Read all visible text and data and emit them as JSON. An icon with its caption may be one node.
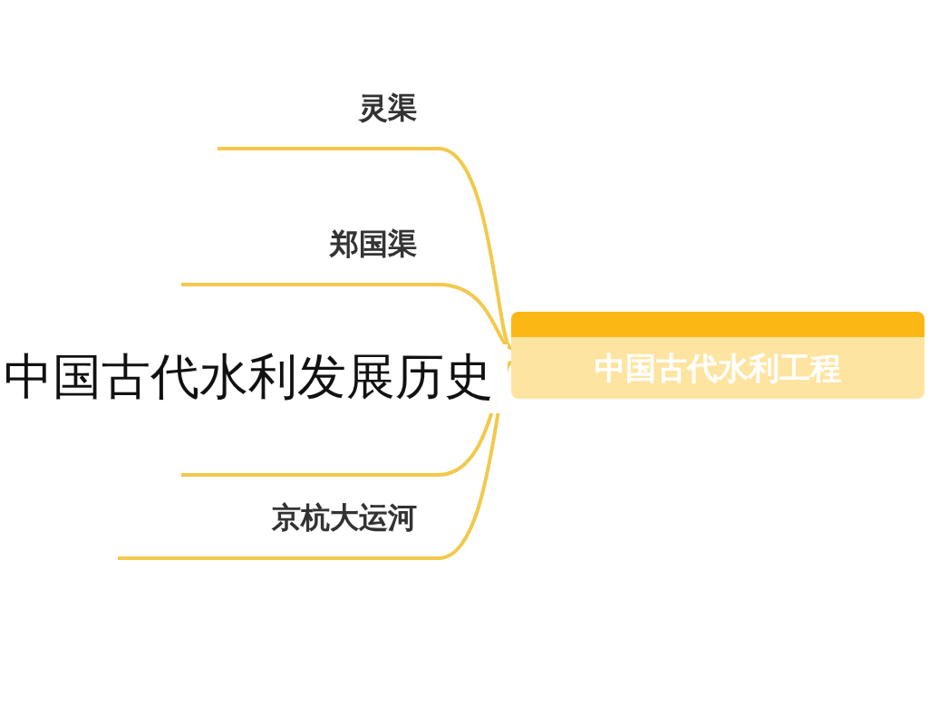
{
  "diagram": {
    "title": "中国古代水利发展历史",
    "nodes": [
      {
        "text": [
          "中国古代水利工程"
        ]
      },
      {
        "text": [
          "灵渠"
        ]
      },
      {
        "text": [
          "郑国渠"
        ]
      },
      {
        "text": [],
        "shape": "line"
      },
      {
        "text": [
          "京杭大运河"
        ]
      }
    ],
    "edges": [
      {
        "from": 0,
        "to": 1,
        "arrow": "none"
      },
      {
        "from": 0,
        "to": 2,
        "arrow": "none"
      },
      {
        "from": 0,
        "to": 3,
        "arrow": "none"
      },
      {
        "from": 0,
        "to": 4,
        "arrow": "none"
      }
    ]
  }
}
